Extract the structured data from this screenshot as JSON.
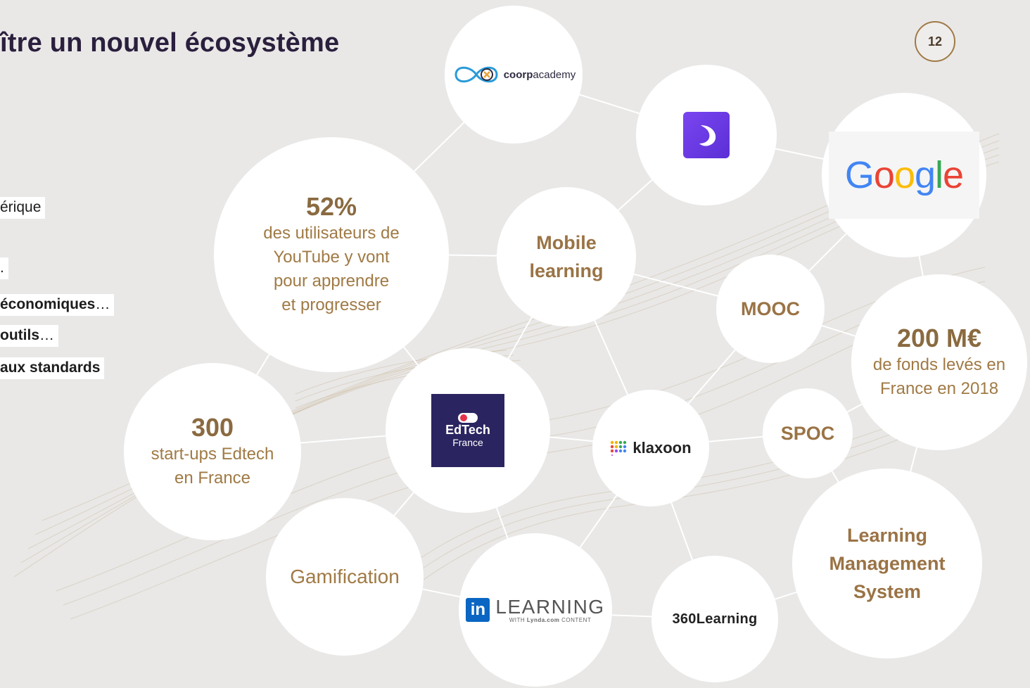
{
  "title": "ître un nouvel écosystème",
  "page_number": "12",
  "bullets": [
    {
      "text": "érique",
      "bold": ""
    },
    {
      "text": ".",
      "bold": ""
    },
    {
      "bold": " économiques",
      "text": "…"
    },
    {
      "bold": "outils",
      "text": "…"
    },
    {
      "bold": "aux standards",
      "text": ""
    }
  ],
  "stats": {
    "youtube": {
      "value": "52%",
      "line1": "des utilisateurs de",
      "line2": "YouTube y vont",
      "line3": "pour apprendre",
      "line4": "et progresser"
    },
    "startups": {
      "value": "300",
      "line1": "start-ups Edtech",
      "line2": "en France"
    },
    "funds": {
      "value": "200 M€",
      "line1": "de fonds levés en",
      "line2": "France en 2018"
    }
  },
  "concepts": {
    "mobile_learning": [
      "Mobile",
      "learning"
    ],
    "mooc": "MOOC",
    "spoc": "SPOC",
    "gamification": "Gamification",
    "lms": [
      "Learning",
      "Management",
      "System"
    ]
  },
  "logos": {
    "coorpacademy": {
      "bold": "coorp",
      "rest": "academy"
    },
    "google": "Google",
    "google_colors": [
      "#4285F4",
      "#EA4335",
      "#FBBC05",
      "#4285F4",
      "#34A853",
      "#EA4335"
    ],
    "edtech": {
      "name": "EdTech",
      "sub": "France"
    },
    "klaxoon": "klaxoon",
    "linkedin": {
      "mark": "in",
      "main": "LEARNING",
      "sub_prefix": "WITH ",
      "sub_brand": "Lynda.com",
      "sub_suffix": " CONTENT"
    },
    "l360": "360Learning"
  },
  "colors": {
    "accent": "#a07a45",
    "background": "#e9e8e7",
    "title": "#2a1f3d"
  }
}
